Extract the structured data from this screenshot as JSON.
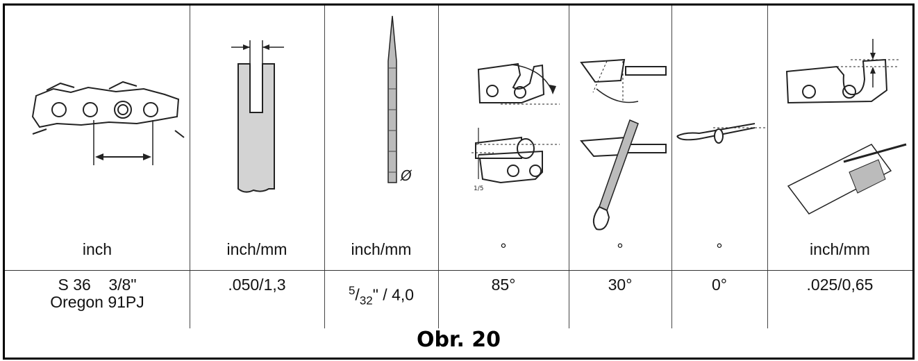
{
  "columns": [
    {
      "unit": "inch",
      "value_line1": "S 36    3/8\"",
      "value_line2": "Oregon 91PJ",
      "illustration": "chain-pitch-diagram"
    },
    {
      "unit": "inch/mm",
      "value": ".050/1,3",
      "illustration": "drive-link-gauge-diagram"
    },
    {
      "unit": "inch/mm",
      "value_num": "5",
      "value_den": "32",
      "value_rest": "\" / 4,0",
      "illustration": "round-file-diameter-diagram"
    },
    {
      "unit": "°",
      "value": "85°",
      "illustration": "top-plate-angle-diagram"
    },
    {
      "unit": "°",
      "value": "30°",
      "illustration": "filing-angle-diagram"
    },
    {
      "unit": "°",
      "value": "0°",
      "illustration": "file-holder-angle-diagram"
    },
    {
      "unit": "inch/mm",
      "value": ".025/0,65",
      "illustration": "depth-gauge-diagram"
    }
  ],
  "fraction_label": "1/5",
  "diameter_symbol": "Ø",
  "caption": "Obr. 20"
}
